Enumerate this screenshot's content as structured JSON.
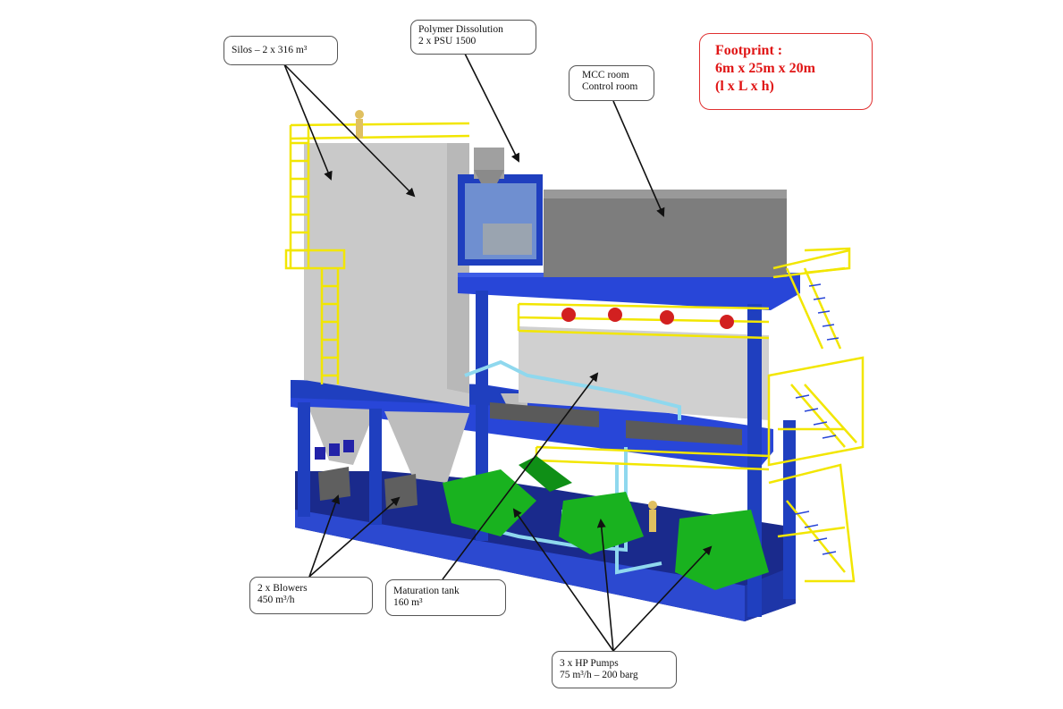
{
  "labels": {
    "silos": {
      "line1": "Silos – 2 x 316 m³"
    },
    "polymer": {
      "line1": "Polymer Dissolution",
      "line2": "2 x PSU 1500"
    },
    "mcc": {
      "line1": "MCC room",
      "line2": "Control room"
    },
    "blowers": {
      "line1": "2 x Blowers",
      "line2": "450 m³/h"
    },
    "maturation": {
      "line1": "Maturation tank",
      "line2": "160 m³"
    },
    "pumps": {
      "line1": "3 x HP Pumps",
      "line2": "75 m³/h – 200 barg"
    }
  },
  "footprint": {
    "line1": "Footprint :",
    "line2": "6m x 25m x 20m",
    "line3": "(l x L x h)"
  },
  "colors": {
    "frame_blue": "#1f3fbf",
    "floor_navy": "#1a2a8c",
    "silo_grey": "#c8c8c8",
    "room_grey": "#7d7d7d",
    "railing_yellow": "#f2e600",
    "pump_green": "#19b21f",
    "blower_red": "#d22020",
    "pipe_cyan": "#8fd8ee",
    "footprint_red": "#e01515"
  }
}
